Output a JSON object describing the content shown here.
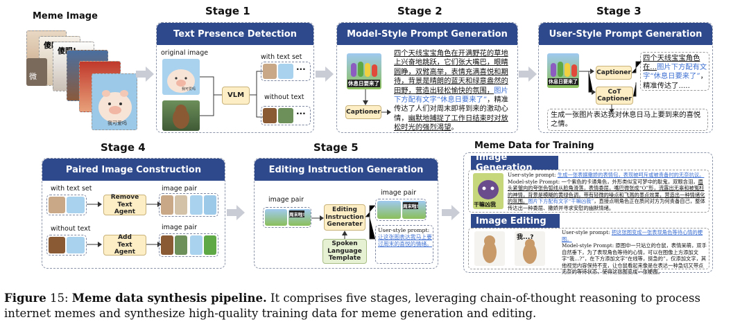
{
  "meme_image": {
    "title": "Meme Image",
    "stack_texts": [
      "傻眼!",
      "傻眼!",
      "微",
      "我可爱吗"
    ]
  },
  "stage1": {
    "stage": "Stage 1",
    "panel": "Text Presence Detection",
    "original_image": "original image",
    "vlm": "VLM",
    "with_text": "with text set",
    "without_text": "without text",
    "pig_caption": "我可爱吗",
    "ellipsis": "···"
  },
  "stage2": {
    "stage": "Stage 2",
    "panel": "Model-Style Prompt Generation",
    "captioner": "Captioner",
    "meme_text": "休息日要来了",
    "text_plain1": "四个天线宝宝角色在开满野花的草地上兴奋地跳跃，它们张大嘴巴，眼睛圆睁，双臂高举，表情充满喜悦和期待，背景是晴朗的蓝天和绿意盎然的田野，营造出轻松愉快的氛围，",
    "text_blue": "图片下方配有文字“休息日要来了”",
    "text_plain2": "，精准传达了人们对周末即将到来的激动心情，",
    "text_underline": "幽默地捕捉了工作日结束时对放松时光的强烈渴望",
    "text_end": "。"
  },
  "stage3": {
    "stage": "Stage 3",
    "panel": "User-Style Prompt Generation",
    "captioner": "Captioner",
    "cot_captioner": "CoT Captioner",
    "meme_text": "休息日要来了",
    "top_plain": "四个天线宝宝角色在...",
    "top_blue": "图片下方配有文字“休息日要来了”",
    "top_end": "，精准传达了.....",
    "bottom_text": "生成一张图片表达我对休息日马上要到来的喜悦之情。"
  },
  "stage4": {
    "stage": "Stage 4",
    "panel": "Paired Image Construction",
    "with_text": "with text set",
    "without_text": "without text",
    "remove_agent": "Remove Text Agent",
    "add_agent": "Add Text Agent",
    "image_pair_1": "image pair",
    "image_pair_2": "image pair"
  },
  "stage5": {
    "stage": "Stage 5",
    "panel": "Editing Instruction Generation",
    "image_pair_in": "image pair",
    "image_pair_out": "image pair",
    "generator": "Editing Instruction Generater",
    "template": "Spoken Language Template",
    "meme_text": "周末啦!",
    "prompt_label": "User-style prompt:",
    "prompt_blue": "让这张图表达我马上要过周末的喜悦的情绪。"
  },
  "meme_data": {
    "title": "Meme Data for Training",
    "gen_head": "Image Generation",
    "gen_img_text": "干嘛凶我",
    "gen_user_label": "User-style prompt:",
    "gen_user_blue": "生成一张表据撒娇的表情包，表现被呵斥或被责备时的无奈抗议。",
    "gen_model_label": "Model-style Prompt:",
    "gen_model_p1": "一个紫色的卡通角色，外形类似宝可梦中的耿鬼，双眼含泪，",
    "gen_model_u": "眉头紧皱向的夸张色弧线从脸角滑落，表情委屈，嘴巴微张成“O”形，流露出无辜和被冤枉的神情，背景是模糊的黄绿色调，带有轻微的噪点和飞溅的墨点效果，营造出一种情绪化的氛围。",
    "gen_model_blue": "图片下方配有文字“干嘛凶我”",
    "gen_model_end": "，直接点明角色正在质问对方为何责备自己，整体传达出一种委屈、撒娇并寻求安慰的幽默情绪。",
    "edit_head": "Image Editing",
    "edit_img_text": "我...?",
    "edit_user_label": "User-style prompt:",
    "edit_user_blue": "把这张图变成一张表现角色等待心情的梗图。",
    "edit_model_label": "Model-style Prompt:",
    "edit_model_text": "原图中一只站立的仓鼠，表情呆萌，双手自然垂下，为了表现角色等待的心情，可以在图像上方添加文字“我...?”，在下方添加文字“在线等，挺急的”，仅添加文字，其他视觉内容保持不变，让仓鼠看起来像是在表达一种急切又带点无奈的等待状态，使得这张图变成一张梗图。"
  },
  "caption": {
    "fig_label": "Figure",
    "fig_num": " 15: ",
    "bold_title": "Meme data synthesis pipeline.",
    "text": " It comprises five stages, leveraging chain-of-thought reasoning to process internet memes and synthesize high-quality training data for meme generation and editing."
  },
  "colors": {
    "panel_header": "#2f4a8c",
    "agent_box": "#fdeec5",
    "template_box": "#e6f0d2",
    "blue_text": "#3c6fd1"
  }
}
